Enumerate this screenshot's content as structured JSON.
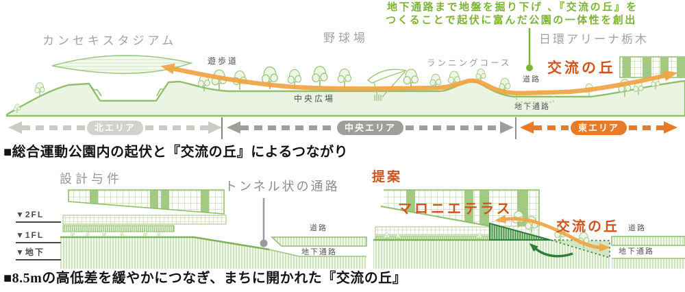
{
  "annotation": {
    "line1": "地下通路まで地盤を掘り下げ 、『交流の丘』を",
    "line2": "つくることで起伏に富んだ公園の一体性を創出"
  },
  "section": {
    "stadium": "カンセキスタジアム",
    "baseball": "野球場",
    "arena": "日環アリーナ栃木",
    "running_course": "ランニングコース",
    "promenade": "遊歩道",
    "central_plaza": "中央広場",
    "hill": "交流の丘",
    "road": "道路",
    "underpass": "地下通路"
  },
  "areas": {
    "north": "北エリア",
    "central": "中央エリア",
    "east": "東エリア"
  },
  "captions": {
    "upper": "■総合運動公園内の起伏と『交流の丘』によるつながり",
    "lower": "■8.5mの高低差を緩やかにつなぎ、まちに開かれた『交流の丘』"
  },
  "given": {
    "title": "設計与件",
    "tunnel": "トンネル状の通路",
    "level_2fl": "▼2FL",
    "level_1fl": "▼1FL",
    "level_basement": "▼地下",
    "road": "道路",
    "underpass": "地下通路"
  },
  "proposal": {
    "title": "提案",
    "terrace": "マロニエテラス",
    "hill": "交流の丘",
    "road": "道路",
    "underpass": "地下通路"
  },
  "colors": {
    "annotation_green": "#7cb335",
    "path_orange": "#f2a444",
    "label_orange": "#d1531c",
    "east_orange": "#e87a28",
    "north_gray": "#c9cbc5",
    "central_gray": "#9da09a",
    "ground_green": "#8fbf68",
    "dark_green": "#2e7d3b"
  }
}
